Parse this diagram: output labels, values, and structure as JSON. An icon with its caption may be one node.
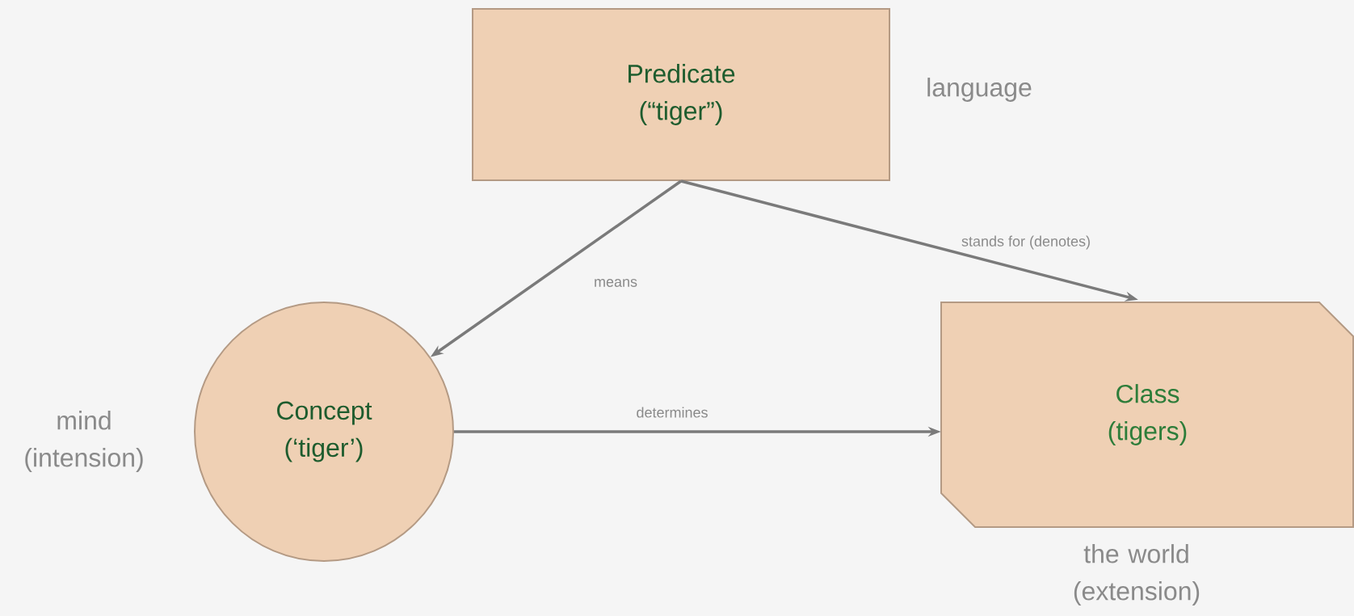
{
  "diagram": {
    "nodes": [
      {
        "text": [
          "Predicate",
          "(“tiger”)"
        ]
      },
      {
        "text": [
          "Concept",
          "(‘tiger’)"
        ]
      },
      {
        "text": [
          "Class",
          "(tigers)"
        ]
      }
    ],
    "edges": [
      {
        "from": 0,
        "to": 1,
        "arrow": "to",
        "label": "means"
      },
      {
        "from": 0,
        "to": 2,
        "arrow": "to",
        "label": "stands for (denotes)"
      },
      {
        "from": 1,
        "to": 2,
        "arrow": "to",
        "label": "determines"
      }
    ],
    "labels": [
      "language",
      "mind (intension)",
      "the world (extension)"
    ]
  }
}
